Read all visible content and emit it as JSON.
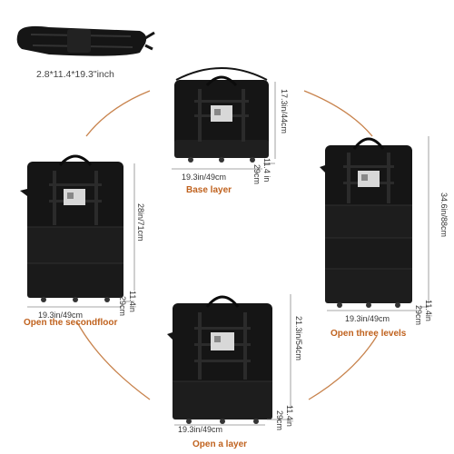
{
  "colors": {
    "accent": "#c0621e",
    "bag": "#151515",
    "bag_shadow": "#2b2b2b",
    "arc": "#c8834d",
    "dim_line": "#8a8a8a"
  },
  "folded": {
    "dims": "2.8*11.4*19.3\"inch"
  },
  "base": {
    "width": "19.3in/49cm",
    "height": "17.3in/44cm",
    "depth_in": "11.4 in",
    "depth_cm": "29cm",
    "caption": "Base layer"
  },
  "second": {
    "width": "19.3in/49cm",
    "height": "28in/71cm",
    "depth_in": "11.4in",
    "depth_cm": "29cm",
    "caption": "Open the secondfloor"
  },
  "three": {
    "width": "19.3in/49cm",
    "height": "34.6in/88cm",
    "depth_in": "11.4in",
    "depth_cm": "29cm",
    "caption": "Open three levels"
  },
  "one": {
    "width": "19.3in/49cm",
    "height": "21.3in/54cm",
    "depth_in": "11.4in",
    "depth_cm": "29cm",
    "caption": "Open a layer"
  }
}
